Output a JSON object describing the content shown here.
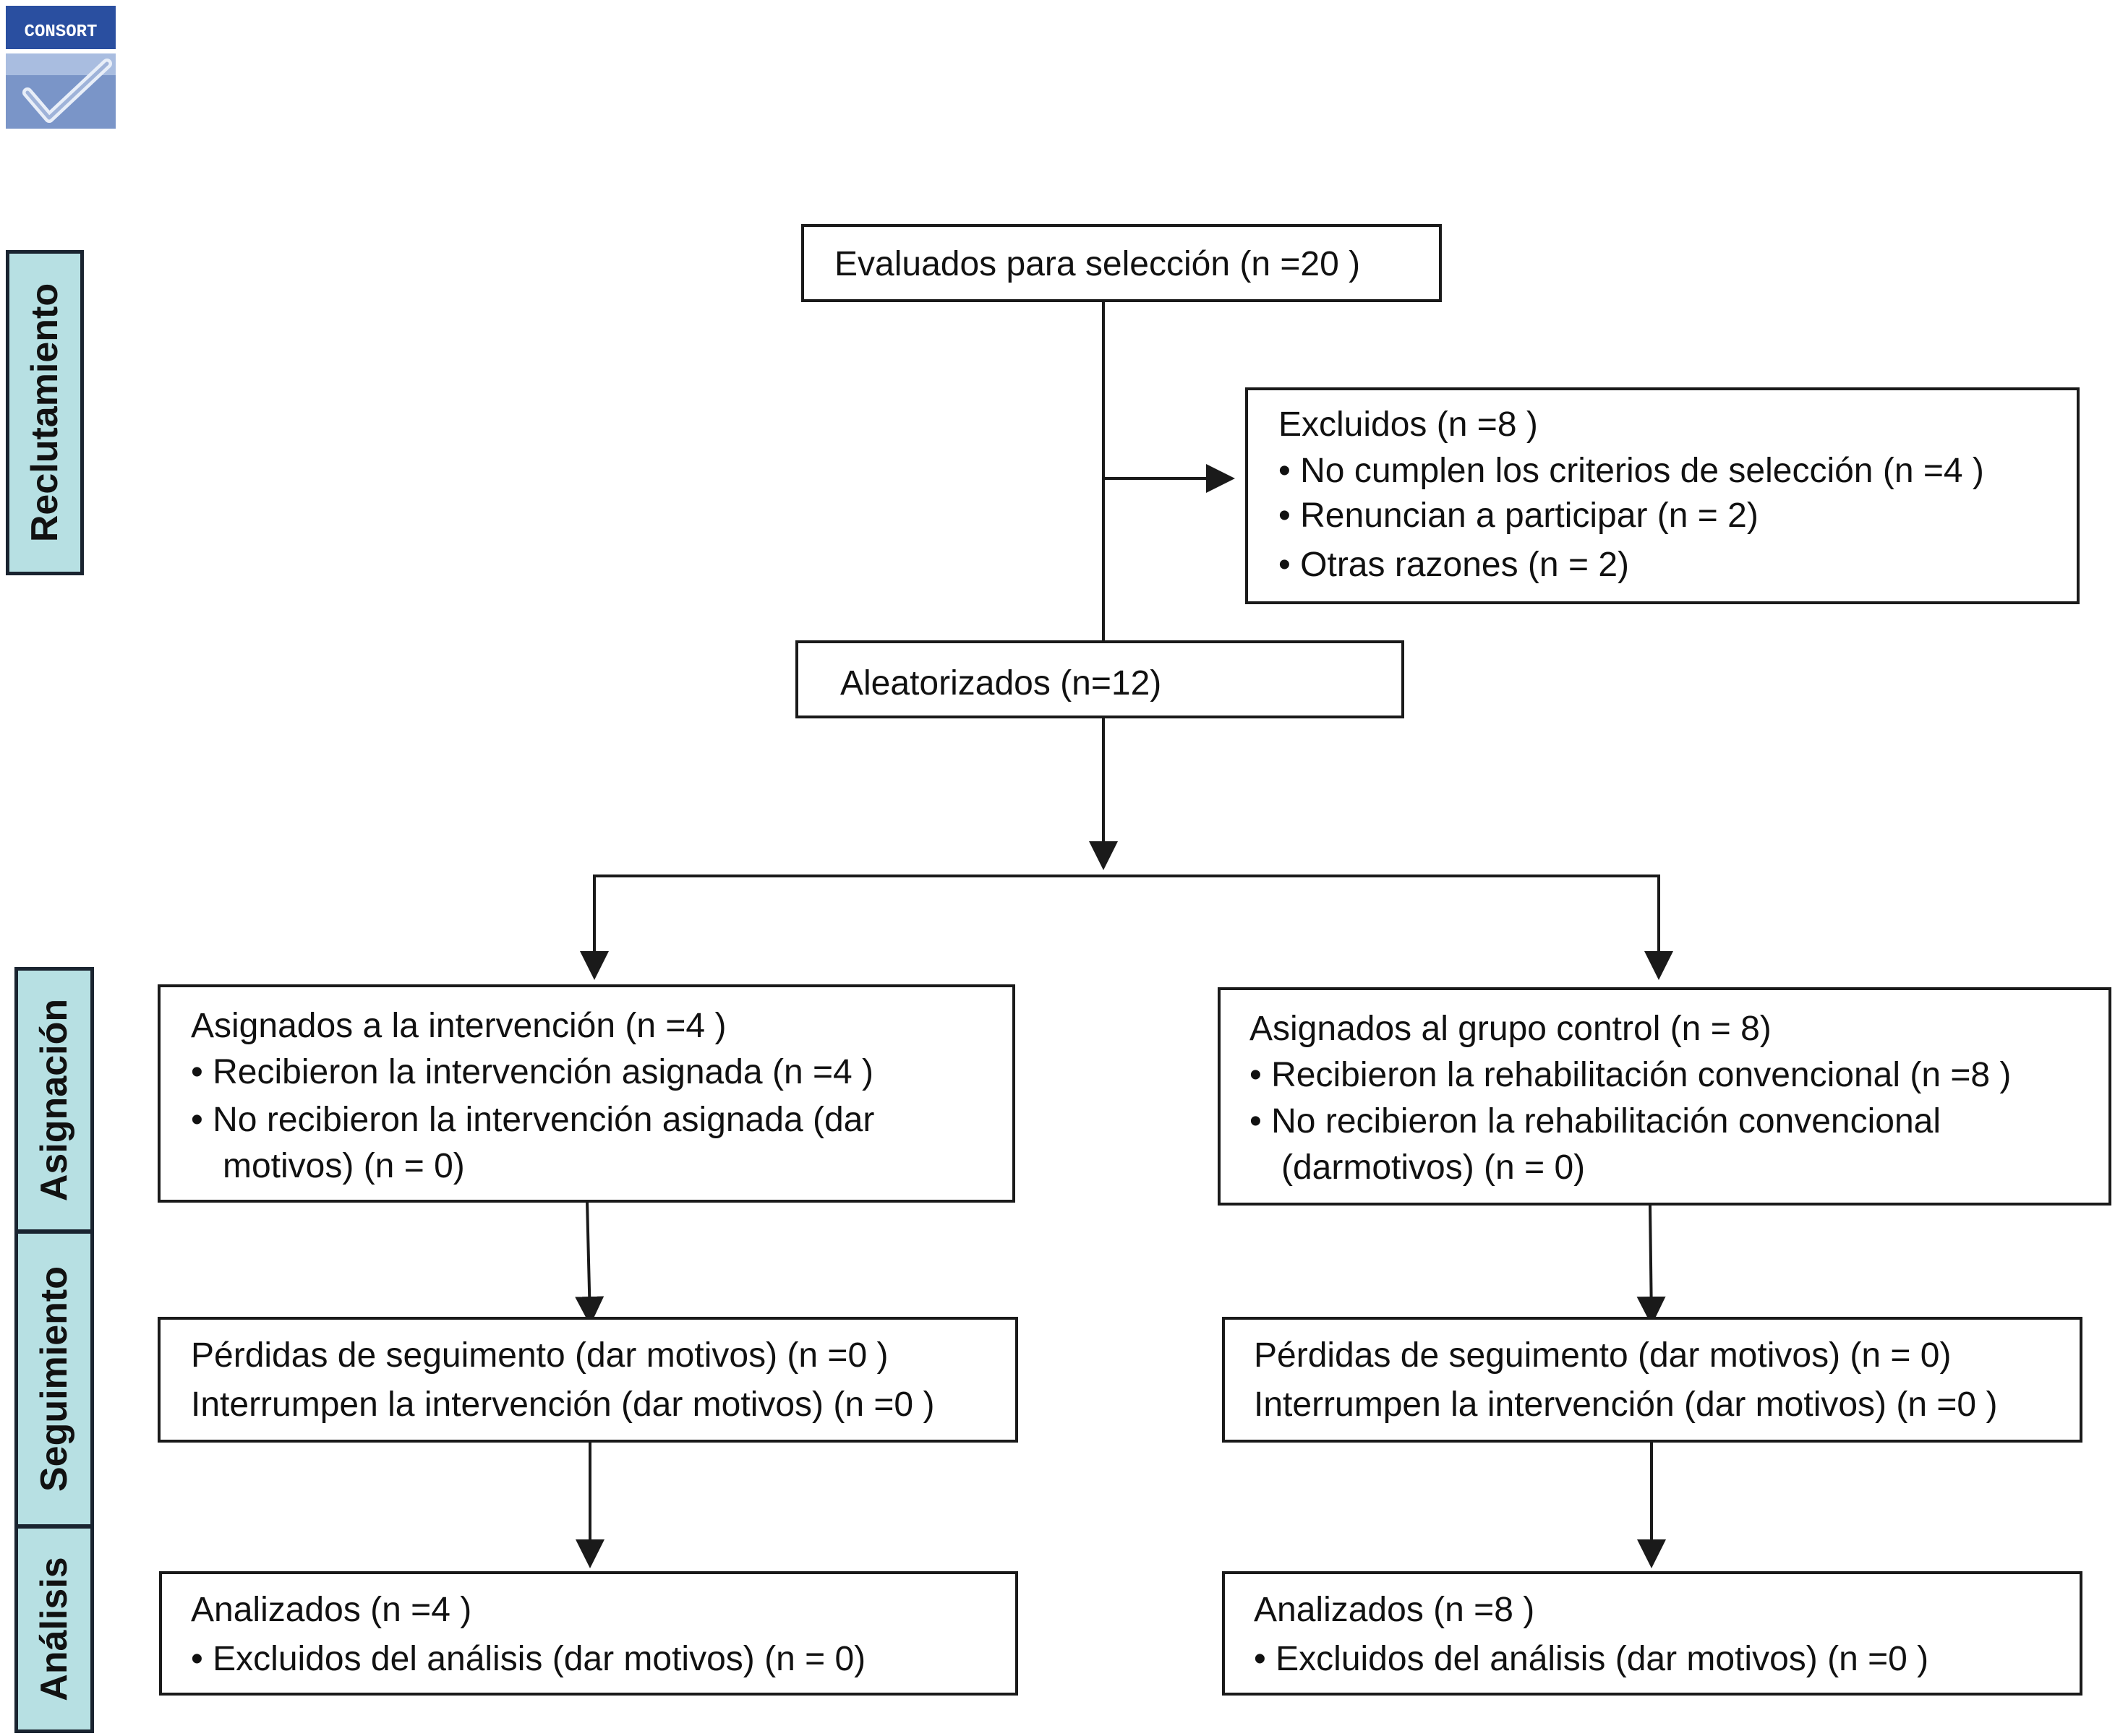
{
  "logo": {
    "text": "CONSORT"
  },
  "sidebar": {
    "recruitment": "Reclutamiento",
    "allocation": "Asignación",
    "followup": "Seguimiento",
    "analysis": "Análisis"
  },
  "assessed": {
    "line1": "Evaluados para selección (n =20 )"
  },
  "excluded": {
    "title": "Excluidos (n =8 )",
    "items": [
      "• No cumplen los criterios de selección (n =4 )",
      "• Renuncian a participar (n = 2)",
      "• Otras razones (n = 2)"
    ]
  },
  "randomized": {
    "line1": "Aleatorizados (n=12)"
  },
  "allocation_left": {
    "lines": [
      "Asignados a la intervención (n =4 )",
      "• Recibieron la intervención asignada (n =4 )",
      "• No recibieron la intervención asignada (dar",
      "motivos) (n = 0)"
    ]
  },
  "allocation_right": {
    "lines": [
      "Asignados al grupo control (n = 8)",
      "• Recibieron la rehabilitación convencional (n =8 )",
      "• No recibieron la rehabilitación convencional",
      "(darmotivos) (n = 0)"
    ]
  },
  "followup_left": {
    "lines": [
      "Pérdidas de seguimento (dar motivos) (n =0 )",
      "Interrumpen la intervención (dar motivos) (n =0 )"
    ]
  },
  "followup_right": {
    "lines": [
      "Pérdidas de seguimento (dar motivos) (n = 0)",
      "Interrumpen la intervención (dar motivos) (n =0 )"
    ]
  },
  "analysis_left": {
    "lines": [
      "Analizados  (n =4 )",
      "• Excluidos del análisis (dar motivos) (n = 0)"
    ]
  },
  "analysis_right": {
    "lines": [
      "Analizados  (n =8 )",
      "• Excluidos del análisis (dar motivos) (n =0 )"
    ]
  },
  "colors": {
    "sidebar_fill": "#b7e0e3",
    "line": "#1a1a1a",
    "logo_blue": "#2a4fa0"
  }
}
